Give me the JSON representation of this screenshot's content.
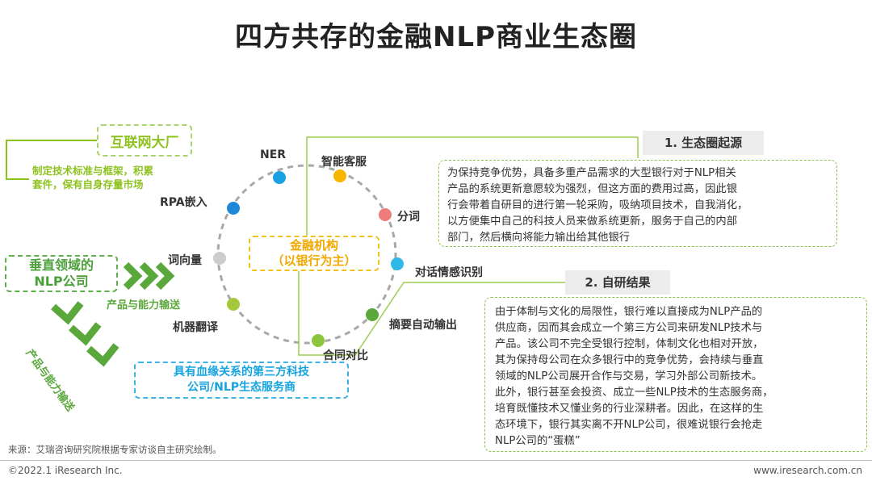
{
  "title": "四方共存的金融NLP商业生态圈",
  "internet_giants": {
    "label": "互联网大厂",
    "desc_line1": "制定技术标准与框架，积累",
    "desc_line2": "套件，保有自身存量市场"
  },
  "vertical_company": {
    "line1": "垂直领域的",
    "line2": "NLP公司"
  },
  "output_label_1": "产品与能力输送",
  "output_label_2": "产品与能力输送",
  "financial_institution": {
    "line1": "金融机构",
    "line2": "（以银行为主）"
  },
  "third_party": {
    "line1": "具有血缘关系的第三方科技",
    "line2": "公司/NLP生态服务商"
  },
  "ring_nodes": [
    {
      "label": "NER",
      "color": "#1aa2e0"
    },
    {
      "label": "智能客服",
      "color": "#f7b500"
    },
    {
      "label": "分词",
      "color": "#f07b7b"
    },
    {
      "label": "对话情感识别",
      "color": "#2fb8e8"
    },
    {
      "label": "摘要自动输出",
      "color": "#5aa83b"
    },
    {
      "label": "合同对比",
      "color": "#8cc63f"
    },
    {
      "label": "机器翻译",
      "color": "#a5c93c"
    },
    {
      "label": "词向量",
      "color": "#cccccc"
    },
    {
      "label": "RPA嵌入",
      "color": "#1e88d8"
    }
  ],
  "section1": {
    "title": "1. 生态圈起源",
    "lines": [
      "为保持竞争优势，具备多重产品需求的大型银行对于NLP相关",
      "产品的系统更新意愿较为强烈，但这方面的费用过高，因此银",
      "行会带着自研目的进行第一轮采购，吸纳项目技术，自我消化，",
      "以方便集中自己的科技人员来做系统更新，服务于自己的内部",
      "部门，然后横向将能力输出给其他银行"
    ]
  },
  "section2": {
    "title": "2. 自研结果",
    "lines": [
      "由于体制与文化的局限性，银行难以直接成为NLP产品的",
      "供应商，因而其会成立一个第三方公司来研发NLP技术与",
      "产品。该公司不完全受银行控制，体制文化也相对开放，",
      "其为保持母公司在众多银行中的竞争优势，会持续与垂直",
      "领域的NLP公司展开合作与交易，学习外部公司新技术。",
      "此外，银行甚至会投资、成立一些NLP技术的生态服务商，",
      "培育既懂技术又懂业务的行业深耕者。因此，在这样的生",
      "态环境下，银行其实离不开NLP公司，很难说银行会抢走",
      "NLP公司的“蛋糕”"
    ]
  },
  "colors": {
    "internet": "#8ec21f",
    "vertical": "#4aa038",
    "finance": "#f3c21a",
    "third_party": "#16a4e0",
    "chevron": "#5aa83b"
  },
  "source": "来源：艾瑞咨询研究院根据专家访谈自主研究绘制。",
  "copyright": "©2022.1 iResearch Inc.",
  "website": "www.iresearch.com.cn"
}
